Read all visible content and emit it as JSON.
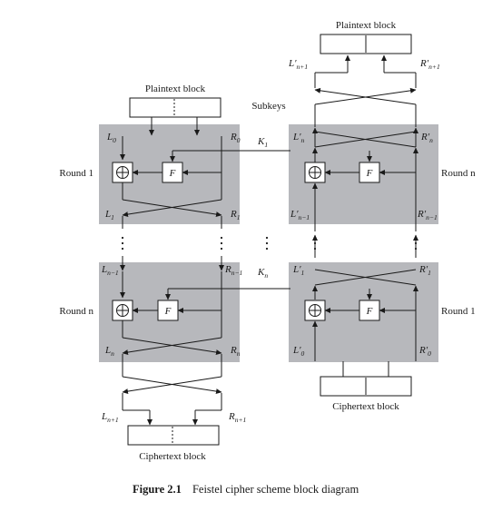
{
  "left_column": {
    "plaintext_label": "Plaintext block",
    "ciphertext_label": "Ciphertext block",
    "round_top": {
      "label": "Round 1",
      "L_in": "L",
      "L_in_sub": "0",
      "R_in": "R",
      "R_in_sub": "0",
      "L_out": "L",
      "L_out_sub": "1",
      "R_out": "R",
      "R_out_sub": "1",
      "func": "F",
      "key": "K",
      "key_sub": "1"
    },
    "round_bottom": {
      "label": "Round n",
      "L_in": "L",
      "L_in_sub": "n−1",
      "R_in": "R",
      "R_in_sub": "n−1",
      "L_out": "L",
      "L_out_sub": "n",
      "R_out": "R",
      "R_out_sub": "n",
      "func": "F",
      "key": "K",
      "key_sub": "n"
    },
    "final_L": "L",
    "final_L_sub": "n+1",
    "final_R": "R",
    "final_R_sub": "n+1"
  },
  "right_column": {
    "plaintext_label": "Plaintext block",
    "ciphertext_label": "Ciphertext block",
    "subkeys_label": "Subkeys",
    "top_L": "L′",
    "top_L_sub": "n+1",
    "top_R": "R′",
    "top_R_sub": "n+1",
    "round_top": {
      "label": "Round n",
      "L_in": "L′",
      "L_in_sub": "n",
      "R_in": "R′",
      "R_in_sub": "n",
      "L_out": "L′",
      "L_out_sub": "n−1",
      "R_out": "R′",
      "R_out_sub": "n−1",
      "func": "F"
    },
    "round_bottom": {
      "label": "Round 1",
      "L_in": "L′",
      "L_in_sub": "1",
      "R_in": "R′",
      "R_in_sub": "1",
      "L_out": "L′",
      "L_out_sub": "0",
      "R_out": "R′",
      "R_out_sub": "0",
      "func": "F"
    }
  },
  "caption": {
    "number": "Figure 2.1",
    "text": "Feistel cipher scheme block diagram"
  },
  "colors": {
    "panel": "#b7b8bc",
    "line": "#1a1a1a",
    "box": "#ffffff"
  }
}
